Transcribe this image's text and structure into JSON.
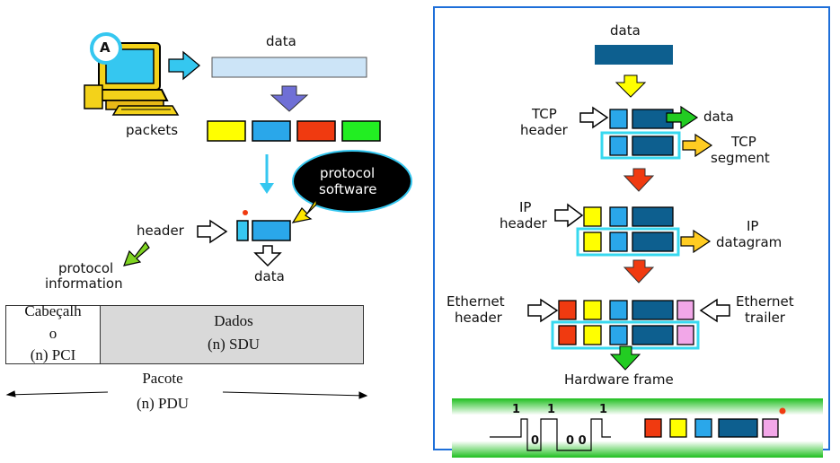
{
  "left": {
    "computer_badge": "A",
    "data_label": "data",
    "packets_label": "packets",
    "protocol_software": [
      "protocol",
      "software"
    ],
    "header_label": "header",
    "data_bottom_label": "data",
    "protocol_information": [
      "protocol",
      "information"
    ],
    "pci_line1": "Cabeçalh",
    "pci_line2": "o",
    "pci_line3": "(n) PCI",
    "sdu_line1": "Dados",
    "sdu_line2": "(n) SDU",
    "pdu_line1": "Pacote",
    "pdu_line2": "(n) PDU"
  },
  "right": {
    "data_label": "data",
    "tcp_header": [
      "TCP",
      "header"
    ],
    "data_arrow_label": "data",
    "tcp_segment": [
      "TCP",
      "segment"
    ],
    "ip_header": [
      "IP",
      "header"
    ],
    "ip_datagram": [
      "IP",
      "datagram"
    ],
    "ethernet_header": [
      "Ethernet",
      "header"
    ],
    "ethernet_trailer": [
      "Ethernet",
      "trailer"
    ],
    "hardware_frame": "Hardware frame",
    "signal_top": [
      "1",
      "1",
      "1"
    ],
    "signal_bottom": [
      "0",
      "0 0"
    ]
  },
  "colors": {
    "yellow": "#ffff00",
    "sky": "#2aa7ea",
    "red": "#f03a10",
    "green": "#22ee22",
    "navy": "#0d5f8f",
    "pink": "#f2a7e8",
    "light_blue": "#cce4f7",
    "cyan_outline": "#37d8ef",
    "frame_blue": "#1e6fd9"
  }
}
